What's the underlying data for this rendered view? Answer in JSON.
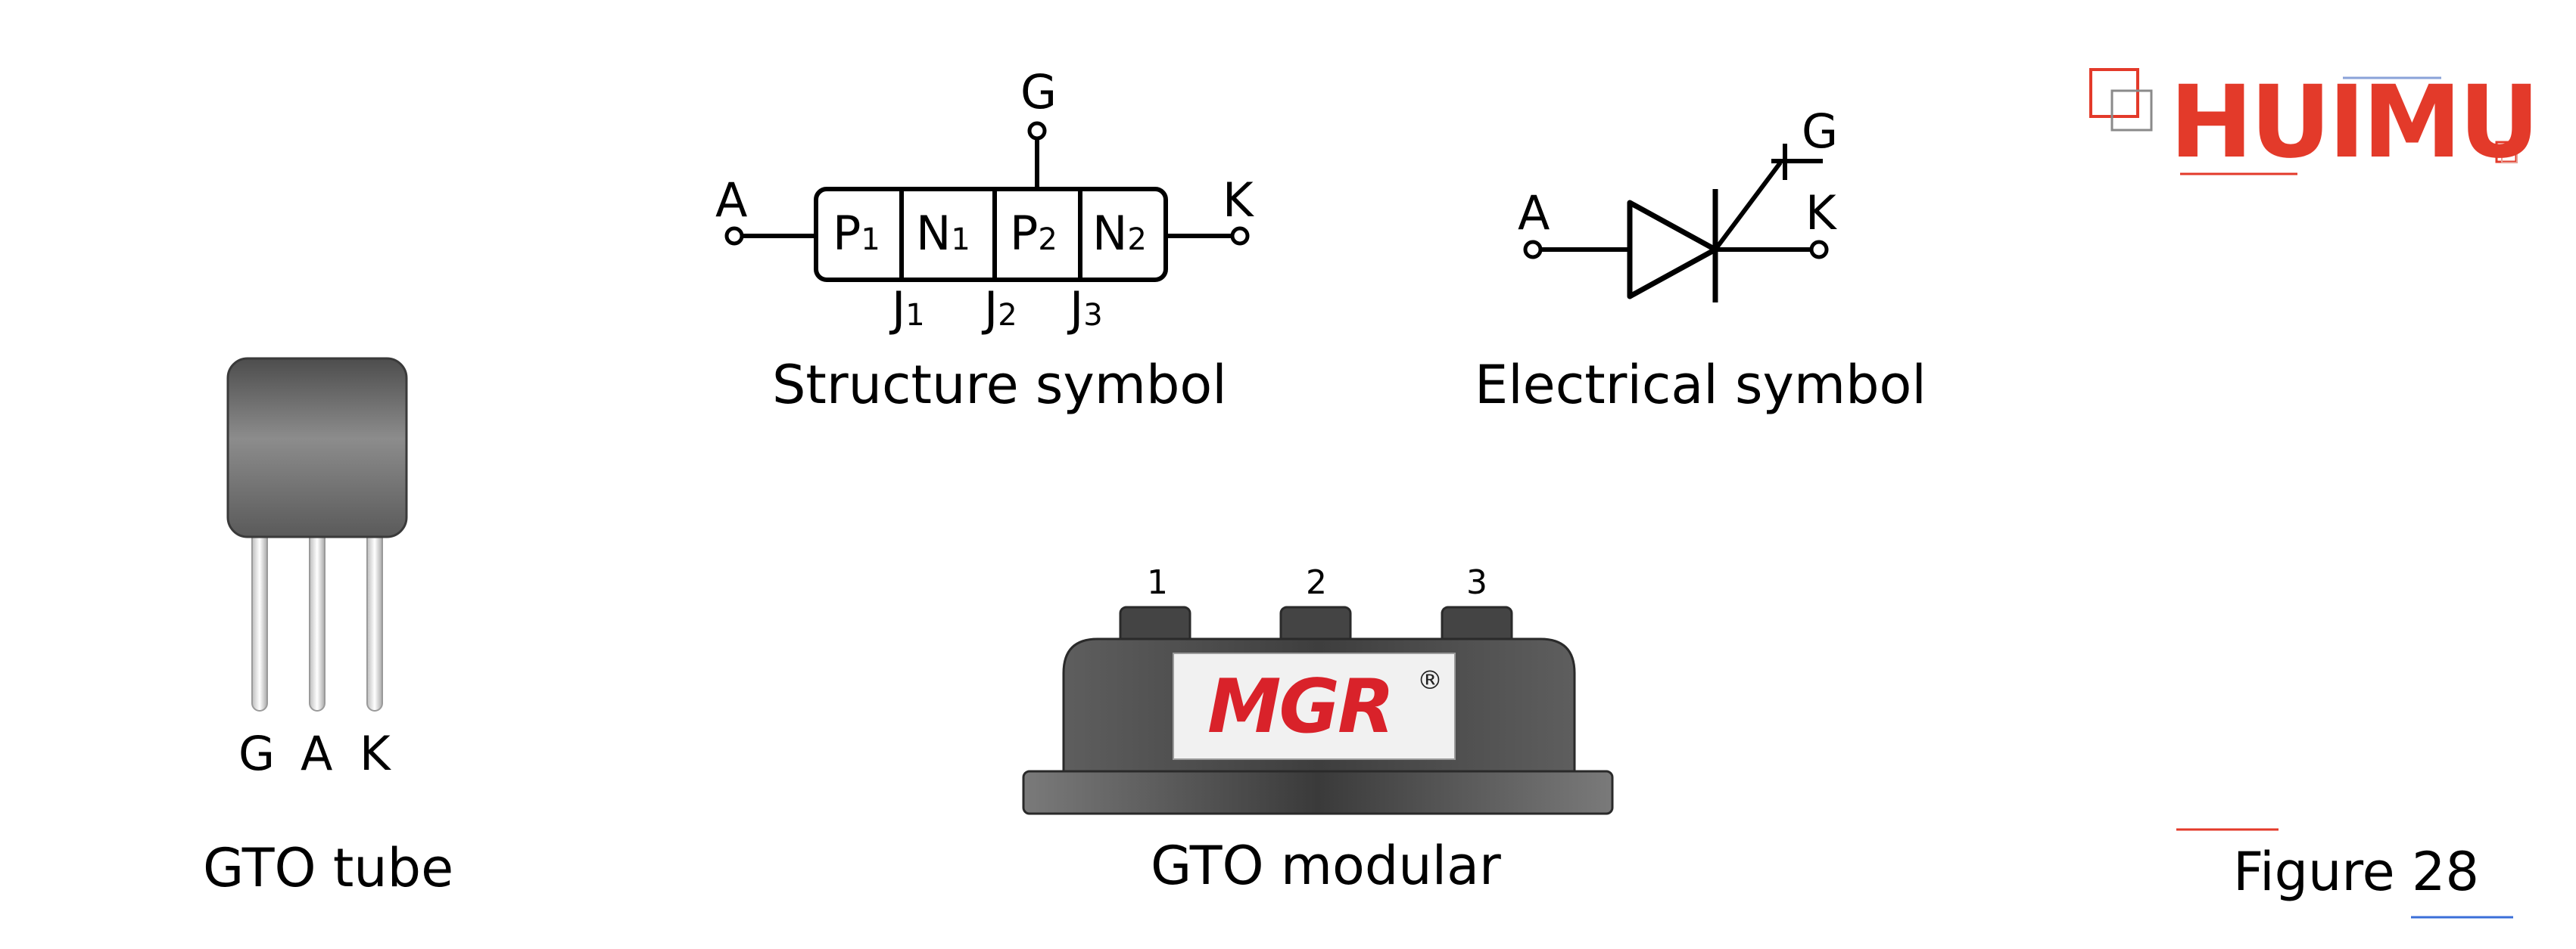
{
  "structure": {
    "caption": "Structure symbol",
    "terminals": {
      "anode": "A",
      "gate": "G",
      "cathode": "K"
    },
    "layers": [
      {
        "main": "P",
        "sub": "1"
      },
      {
        "main": "N",
        "sub": "1"
      },
      {
        "main": "P",
        "sub": "2"
      },
      {
        "main": "N",
        "sub": "2"
      }
    ],
    "junctions": [
      {
        "main": "J",
        "sub": "1"
      },
      {
        "main": "J",
        "sub": "2"
      },
      {
        "main": "J",
        "sub": "3"
      }
    ]
  },
  "electrical": {
    "caption": "Electrical symbol",
    "terminals": {
      "anode": "A",
      "gate": "G",
      "cathode": "K"
    }
  },
  "tube": {
    "caption": "GTO tube",
    "pins": [
      "G",
      "A",
      "K"
    ]
  },
  "module": {
    "caption": "GTO modular",
    "terminals": [
      "1",
      "2",
      "3"
    ],
    "brand": "MGR",
    "registered_mark": "®"
  },
  "logo": {
    "text": "HUIMU"
  },
  "figure_label": "Figure 28",
  "colors": {
    "logo_red": "#e33a2a",
    "brand_red": "#d9222a",
    "accent_blue": "#3a6fd8",
    "module_body": "#4a4a4a"
  }
}
